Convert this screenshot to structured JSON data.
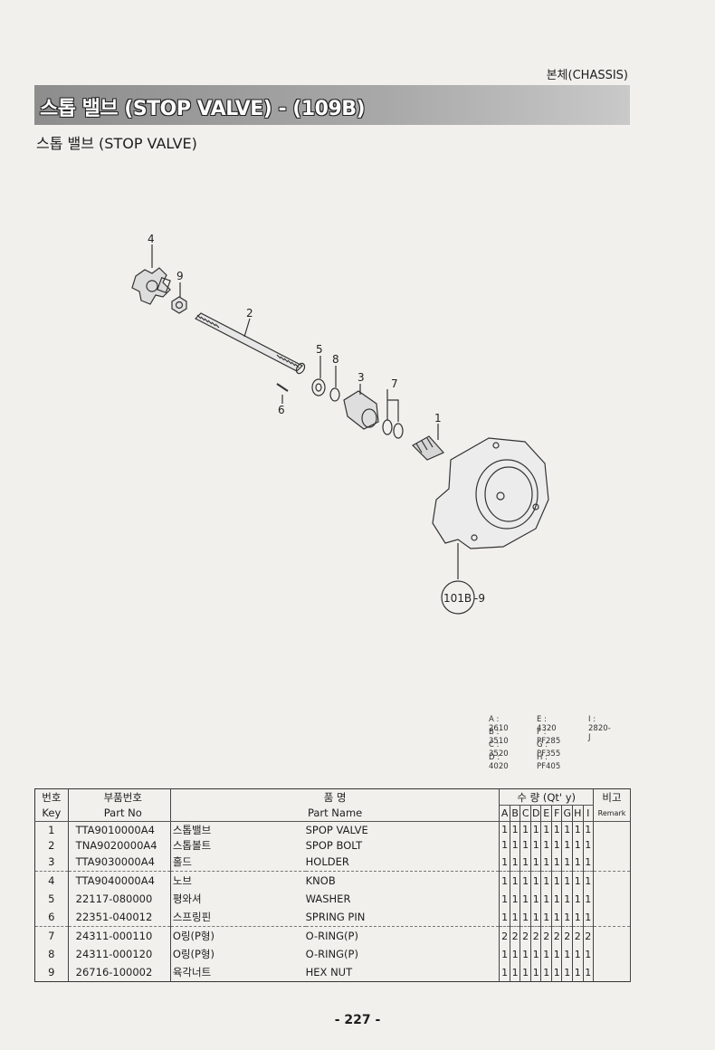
{
  "header": {
    "section": "본체(CHASSIS)",
    "banner": "스톱 밸브 (STOP VALVE) - (109B)",
    "subtitle": "스톱 밸브 (STOP VALVE)"
  },
  "diagram": {
    "callouts": [
      "4",
      "9",
      "2",
      "5",
      "8",
      "3",
      "7",
      "6",
      "1"
    ],
    "reference": "101B",
    "reference_suffix": "-9"
  },
  "legend": [
    [
      "A : 2610",
      "E : 4320",
      "I : 2820-J"
    ],
    [
      "B : 3510",
      "F : PF285",
      ""
    ],
    [
      "C : 3520",
      "G : PF355",
      ""
    ],
    [
      "D : 4020",
      "H : PF405",
      ""
    ]
  ],
  "table": {
    "header": {
      "key_ko": "번호",
      "key_en": "Key",
      "partno_ko": "부품번호",
      "partno_en": "Part No",
      "name_ko": "품 명",
      "name_en": "Part Name",
      "qty": "수 량 (Qt' y)",
      "remark_ko": "비고",
      "remark_en": "Remark",
      "columns": [
        "A",
        "B",
        "C",
        "D",
        "E",
        "F",
        "G",
        "H",
        "I"
      ]
    },
    "rows": [
      {
        "key": "1",
        "part_no": "TTA9010000A4",
        "name_ko": "스톱밸브",
        "name_en": "SPOP VALVE",
        "qty": [
          "1",
          "1",
          "1",
          "1",
          "1",
          "1",
          "1",
          "1",
          "1"
        ]
      },
      {
        "key": "2",
        "part_no": "TNA9020000A4",
        "name_ko": "스톱볼트",
        "name_en": "SPOP BOLT",
        "qty": [
          "1",
          "1",
          "1",
          "1",
          "1",
          "1",
          "1",
          "1",
          "1"
        ]
      },
      {
        "key": "3",
        "part_no": "TTA9030000A4",
        "name_ko": "홀드",
        "name_en": "HOLDER",
        "qty": [
          "1",
          "1",
          "1",
          "1",
          "1",
          "1",
          "1",
          "1",
          "1"
        ]
      },
      {
        "key": "4",
        "part_no": "TTA9040000A4",
        "name_ko": "노브",
        "name_en": "KNOB",
        "qty": [
          "1",
          "1",
          "1",
          "1",
          "1",
          "1",
          "1",
          "1",
          "1"
        ]
      },
      {
        "key": "5",
        "part_no": "22117-080000",
        "name_ko": "평와셔",
        "name_en": "WASHER",
        "qty": [
          "1",
          "1",
          "1",
          "1",
          "1",
          "1",
          "1",
          "1",
          "1"
        ]
      },
      {
        "key": "6",
        "part_no": "22351-040012",
        "name_ko": "스프링핀",
        "name_en": "SPRING PIN",
        "qty": [
          "1",
          "1",
          "1",
          "1",
          "1",
          "1",
          "1",
          "1",
          "1"
        ]
      },
      {
        "key": "7",
        "part_no": "24311-000110",
        "name_ko": "O링(P형)",
        "name_en": "O-RING(P)",
        "qty": [
          "2",
          "2",
          "2",
          "2",
          "2",
          "2",
          "2",
          "2",
          "2"
        ]
      },
      {
        "key": "8",
        "part_no": "24311-000120",
        "name_ko": "O링(P형)",
        "name_en": "O-RING(P)",
        "qty": [
          "1",
          "1",
          "1",
          "1",
          "1",
          "1",
          "1",
          "1",
          "1"
        ]
      },
      {
        "key": "9",
        "part_no": "26716-100002",
        "name_ko": "육각너트",
        "name_en": "HEX NUT",
        "qty": [
          "1",
          "1",
          "1",
          "1",
          "1",
          "1",
          "1",
          "1",
          "1"
        ]
      }
    ]
  },
  "footer": {
    "page": "- 227 -"
  }
}
